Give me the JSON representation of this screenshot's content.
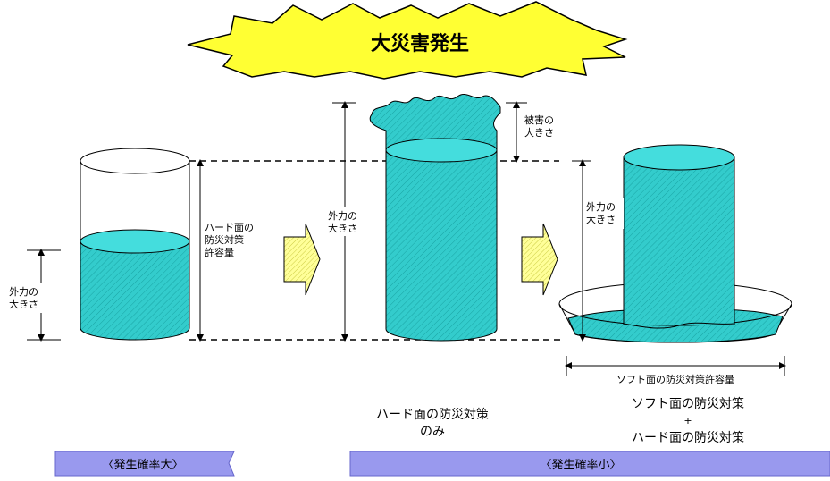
{
  "title": "大災害発生",
  "left": {
    "external_force": [
      "外力の",
      "大きさ"
    ],
    "hard_tolerance": [
      "ハード面の",
      "防災対策",
      "許容量"
    ]
  },
  "middle": {
    "external_force": [
      "外力の",
      "大きさ"
    ],
    "damage": [
      "被害の",
      "大きさ"
    ],
    "caption": [
      "ハード面の防災対策",
      "のみ"
    ]
  },
  "right": {
    "external_force": [
      "外力の",
      "大きさ"
    ],
    "soft_tolerance": "ソフト面の防災対策許容量",
    "caption": [
      "ソフト面の防災対策",
      "+",
      "ハード面の防災対策"
    ]
  },
  "banners": {
    "high": "〈発生確率大〉",
    "low": "〈発生確率小〉"
  },
  "colors": {
    "water": "#33cccc",
    "banner": "#9999ee",
    "star": "#ffff33",
    "arrow": "#ffff99"
  }
}
